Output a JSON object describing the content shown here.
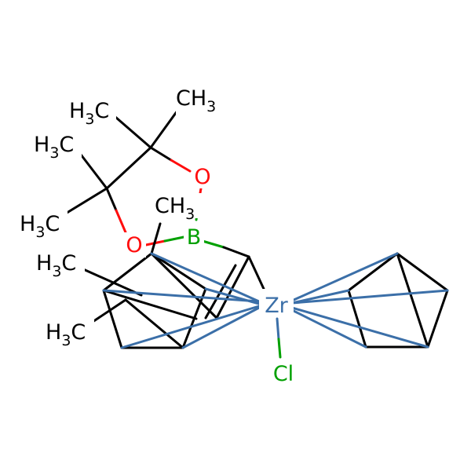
{
  "molecule": {
    "atom_labels": {
      "o_top": "O",
      "o_left": "O",
      "boron": "B",
      "zirconium": "Zr",
      "chlorine": "Cl"
    },
    "methyl_groups": {
      "h3c_upper_left": {
        "pre": "H",
        "sub": "3",
        "post": "C"
      },
      "ch3_upper_right": {
        "pre": "CH",
        "sub": "3",
        "post": ""
      },
      "h3c_mid_left": {
        "pre": "H",
        "sub": "3",
        "post": "C"
      },
      "h3c_lower_left": {
        "pre": "H",
        "sub": "3",
        "post": "C"
      },
      "ch3_center": {
        "pre": "CH",
        "sub": "3",
        "post": ""
      },
      "h3c_cp_upper": {
        "pre": "H",
        "sub": "3",
        "post": "C"
      },
      "h3c_cp_lower": {
        "pre": "H",
        "sub": "3",
        "post": "C"
      }
    },
    "colors": {
      "bond": "#000000",
      "oxygen": "#ff0d0d",
      "boron": "#00a000",
      "zirconium": "#3b6fa8",
      "chlorine": "#00a000"
    }
  }
}
